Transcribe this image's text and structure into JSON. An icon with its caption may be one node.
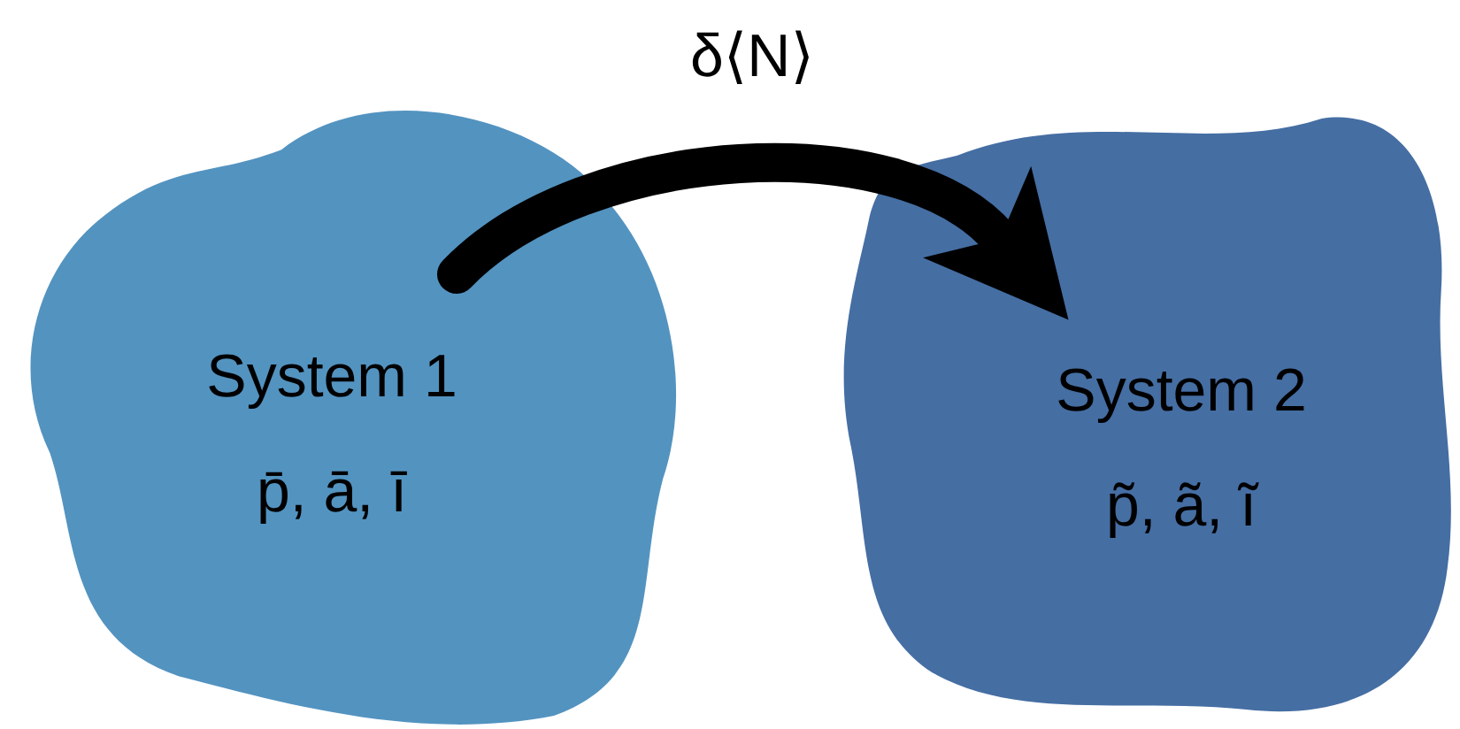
{
  "diagram": {
    "nodes": [
      {
        "text": [
          "System 1",
          "p̄, ā, ī"
        ]
      },
      {
        "text": [
          "System 2",
          "p̃, ã, ĩ"
        ]
      }
    ],
    "edges": [
      {
        "from": 0,
        "to": 1,
        "arrow": "to",
        "label": "δ⟨N⟩"
      }
    ]
  }
}
